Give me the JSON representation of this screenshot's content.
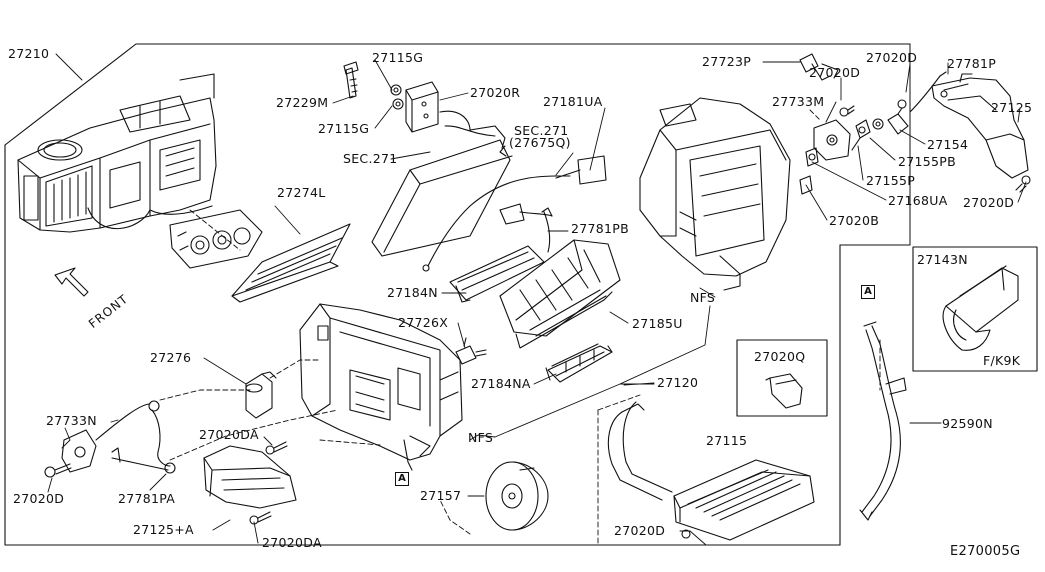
{
  "diagram_code": "E270005G",
  "front_label": "FRONT",
  "nfs": "NFS",
  "ref_box": "A",
  "inset_code": "F/K9K",
  "parts": {
    "p27210": "27210",
    "p27229M": "27229M",
    "p27115G_top": "27115G",
    "p27115G_bot": "27115G",
    "p27020R": "27020R",
    "sec271_a": "SEC.271",
    "sec271_b": "SEC.271",
    "p27675Q": "(27675Q)",
    "p27181UA": "27181UA",
    "p27274L": "27274L",
    "p27781PB": "27781PB",
    "p27184N": "27184N",
    "p27185U": "27185U",
    "p27184NA": "27184NA",
    "p27726X": "27726X",
    "p27276": "27276",
    "p27733N": "27733N",
    "p27020D_left": "27020D",
    "p27781PA": "27781PA",
    "p27020DA_mid": "27020DA",
    "p27125A": "27125+A",
    "p27020DA_bot": "27020DA",
    "p27157": "27157",
    "p27120": "27120",
    "p27723P": "27723P",
    "p27020D_top": "27020D",
    "p27020D_top2": "27020D",
    "p27781P": "27781P",
    "p27733M": "27733M",
    "p27125": "27125",
    "p27154": "27154",
    "p27155PB": "27155PB",
    "p27155P": "27155P",
    "p27168UA": "27168UA",
    "p27020D_right": "27020D",
    "p27020B": "27020B",
    "p27143N": "27143N",
    "p27020Q": "27020Q",
    "p27115": "27115",
    "p92590N": "92590N",
    "p27020D_bottom": "27020D"
  }
}
